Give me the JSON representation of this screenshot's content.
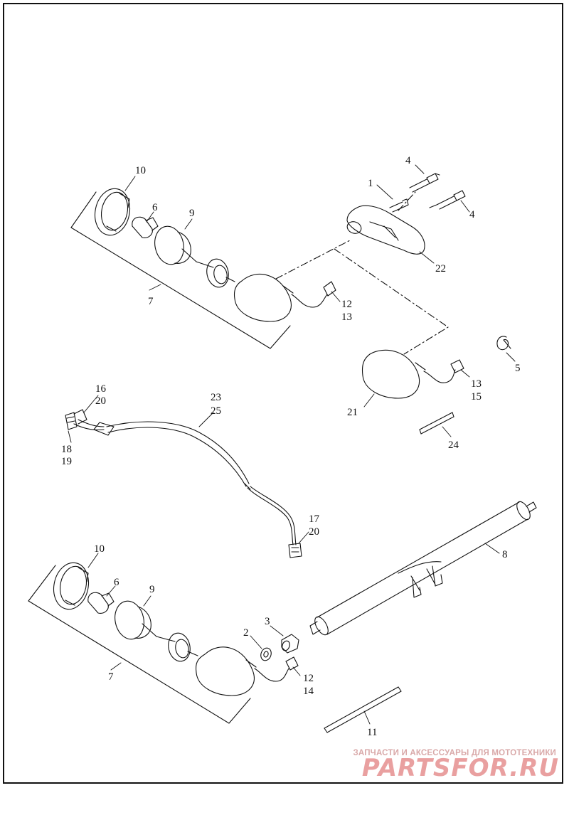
{
  "diagram": {
    "callouts": {
      "c1": "1",
      "c2": "2",
      "c3": "3",
      "c4a": "4",
      "c4b": "4",
      "c5": "5",
      "c6a": "6",
      "c6b": "6",
      "c7a": "7",
      "c7b": "7",
      "c8": "8",
      "c9a": "9",
      "c9b": "9",
      "c10a": "10",
      "c10b": "10",
      "c11": "11",
      "c12a": "12",
      "c13a": "13",
      "c13b": "13",
      "c15": "15",
      "c12b": "12",
      "c14": "14",
      "c16": "16",
      "c20a": "20",
      "c18": "18",
      "c19": "19",
      "c23": "23",
      "c25": "25",
      "c17": "17",
      "c20b": "20",
      "c21": "21",
      "c22": "22",
      "c24": "24"
    }
  },
  "watermark": {
    "tagline": "ЗАПЧАСТИ И АКСЕССУАРЫ ДЛЯ МОТОТЕХНИКИ",
    "brand": "PARTSFOR.RU"
  }
}
